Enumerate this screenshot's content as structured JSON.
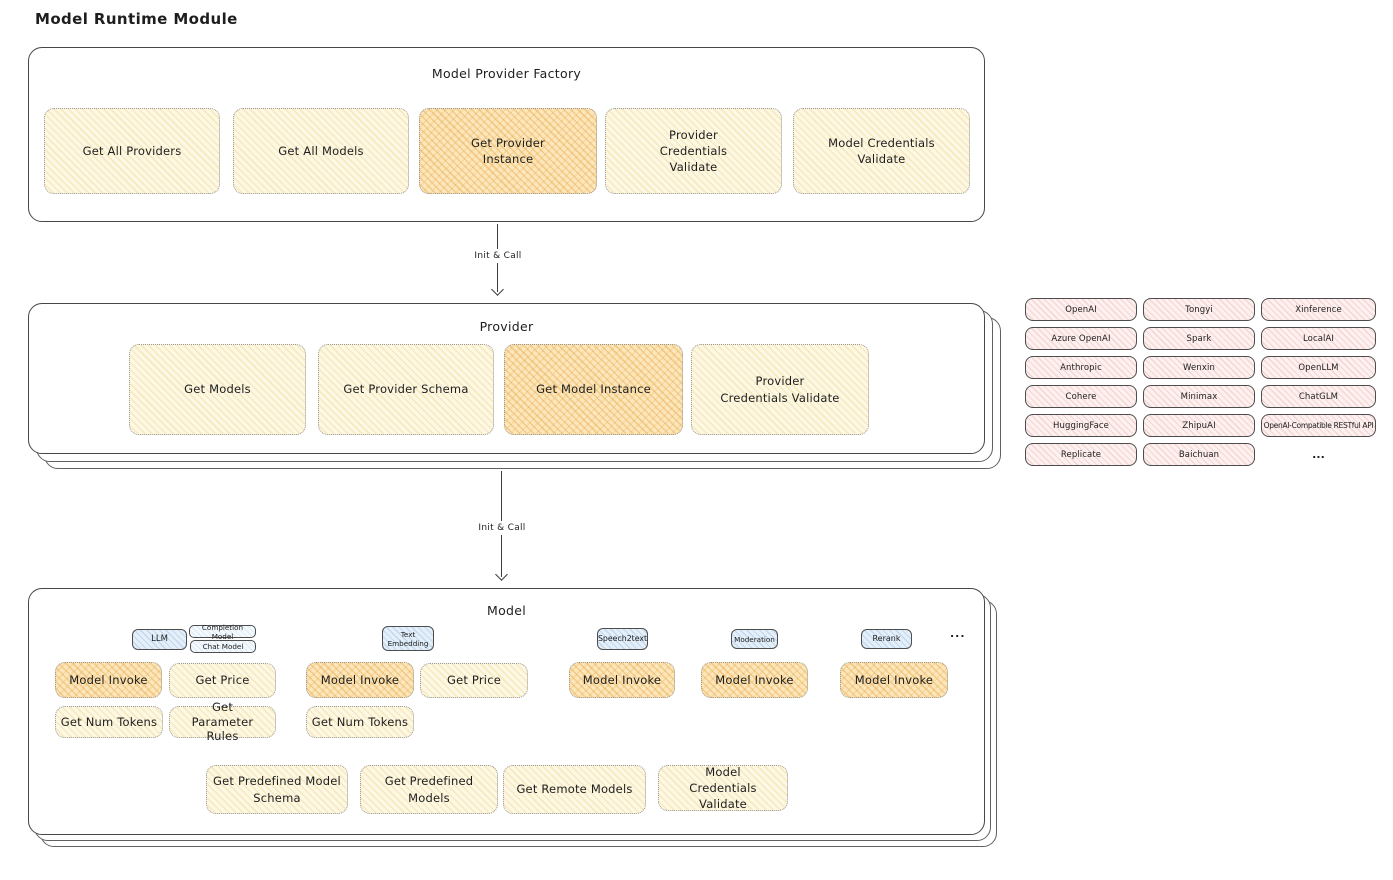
{
  "page": {
    "title": "Model Runtime Module"
  },
  "colors": {
    "ink": "#1e1e1e",
    "node_yellow": "#fdf8e4",
    "node_orange_highlight": "#fbe7bb",
    "provider_pink": "#fdf1f0",
    "tab_blue": "#e4eff9"
  },
  "flows": {
    "factory_to_provider": "Init & Call",
    "provider_to_model": "Init & Call"
  },
  "factory": {
    "title": "Model Provider Factory",
    "boxes": [
      {
        "label": "Get All Providers",
        "highlight": false
      },
      {
        "label": "Get All Models",
        "highlight": false
      },
      {
        "label": "Get Provider Instance",
        "highlight": true
      },
      {
        "label": "Provider Credentials Validate",
        "highlight": false
      },
      {
        "label": "Model Credentials Validate",
        "highlight": false
      }
    ]
  },
  "provider": {
    "title": "Provider",
    "boxes": [
      {
        "label": "Get Models",
        "highlight": false
      },
      {
        "label": "Get Provider Schema",
        "highlight": false
      },
      {
        "label": "Get Model Instance",
        "highlight": true
      },
      {
        "label": "Provider Credentials Validate",
        "highlight": false
      }
    ]
  },
  "providers_list": {
    "columns": [
      [
        "OpenAI",
        "Azure OpenAI",
        "Anthropic",
        "Cohere",
        "HuggingFace",
        "Replicate"
      ],
      [
        "Tongyi",
        "Spark",
        "Wenxin",
        "Minimax",
        "ZhipuAI",
        "Baichuan"
      ],
      [
        "Xinference",
        "LocalAI",
        "OpenLLM",
        "ChatGLM",
        "OpenAI-Compatible RESTful API",
        "..."
      ]
    ]
  },
  "model": {
    "title": "Model",
    "tabs": {
      "llm": "LLM",
      "completion_model": "Completion Model",
      "chat_model": "Chat Model",
      "text_embedding": "Text Embedding",
      "speech2text": "Speech2text",
      "moderation": "Moderation",
      "rerank": "Rerank",
      "ellipsis": "..."
    },
    "llm_functions": [
      {
        "label": "Model Invoke",
        "highlight": true
      },
      {
        "label": "Get Price",
        "highlight": false
      },
      {
        "label": "Get Num Tokens",
        "highlight": false
      },
      {
        "label": "Get Parameter Rules",
        "highlight": false
      }
    ],
    "text_embedding_functions": [
      {
        "label": "Model Invoke",
        "highlight": true
      },
      {
        "label": "Get Price",
        "highlight": false
      },
      {
        "label": "Get Num Tokens",
        "highlight": false
      }
    ],
    "speech2text_functions": [
      {
        "label": "Model Invoke",
        "highlight": true
      }
    ],
    "moderation_functions": [
      {
        "label": "Model Invoke",
        "highlight": true
      }
    ],
    "rerank_functions": [
      {
        "label": "Model Invoke",
        "highlight": true
      }
    ],
    "shared_functions": [
      "Get Predefined Model Schema",
      "Get Predefined Models",
      "Get Remote Models",
      "Model Credentials Validate"
    ]
  }
}
